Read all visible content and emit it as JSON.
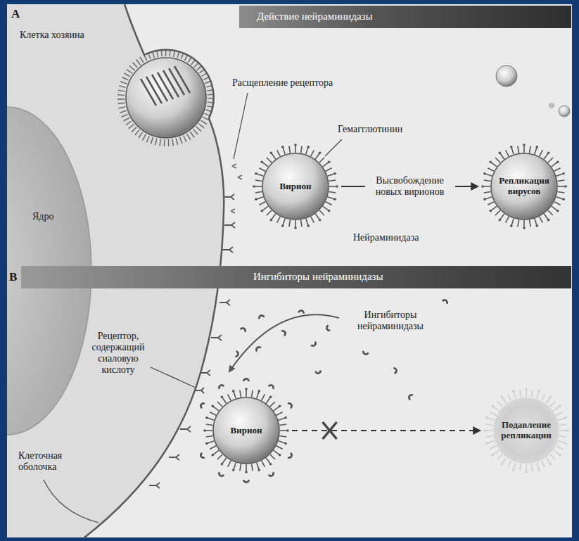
{
  "diagram": {
    "nodes": [
      {
        "text": [
          "Действие нейраминидазы"
        ]
      },
      {
        "text": [
          "Клетка хозяина"
        ]
      },
      {
        "text": [
          "Ядро"
        ],
        "in": 1
      },
      {
        "text": [
          "Вирион"
        ]
      },
      {
        "text": [
          "Репликация вирусов"
        ]
      },
      {
        "text": [
          "Ингибиторы нейраминидазы"
        ]
      },
      {
        "text": [
          "Вирион"
        ]
      },
      {
        "text": [
          "Подавление репликации"
        ]
      }
    ],
    "edges": [
      {
        "from": 3,
        "to": 4,
        "arrow": "to",
        "label": "Высвобождение новых вирионов"
      },
      {
        "from": 6,
        "to": 7,
        "arrow": "to"
      }
    ],
    "labels": [
      "A",
      "Расщепление рецептора",
      "Гемагглютинин",
      "Нейраминидаза",
      "B",
      "Ингибиторы нейраминидазы",
      "Рецептор, содержащий сиаловую кислоту",
      "Клеточная оболочка"
    ]
  }
}
